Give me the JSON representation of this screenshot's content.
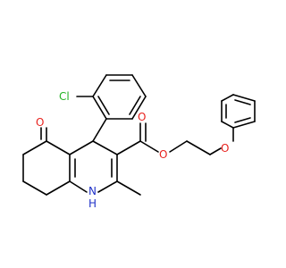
{
  "atoms": {
    "chlorine": {
      "label": "Cl",
      "color": "#24b324"
    },
    "ketone_oxygen": {
      "label": "O",
      "color": "#e8221e"
    },
    "ester_carbonyl_oxygen": {
      "label": "O",
      "color": "#e8221e"
    },
    "ester_ether_oxygen": {
      "label": "O",
      "color": "#e8221e"
    },
    "phenoxy_oxygen": {
      "label": "O",
      "color": "#e8221e"
    },
    "amine_nitrogen": {
      "label": "N",
      "color": "#2032c8"
    },
    "amine_hydrogen": {
      "label": "H",
      "color": "#2032c8"
    }
  },
  "colors": {
    "bond": "#000000",
    "background": "#ffffff"
  }
}
